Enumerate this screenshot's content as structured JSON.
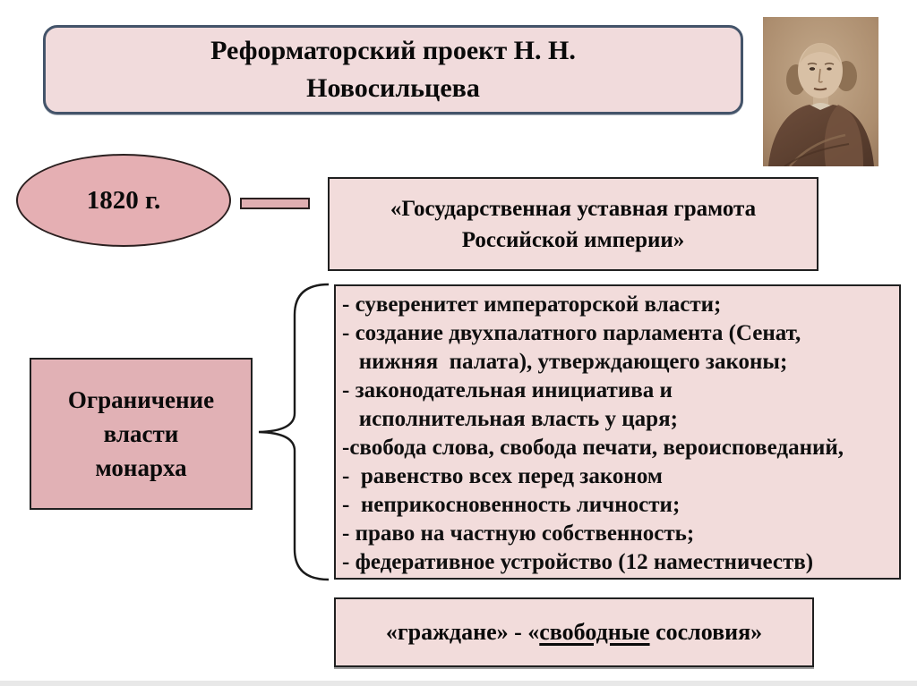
{
  "slide": {
    "title": {
      "line1": "Реформаторский проект Н. Н.",
      "line2": "Новосильцева"
    },
    "year_ellipse": {
      "label": "1820 г."
    },
    "charter_box": {
      "line1": "«Государственная уставная грамота",
      "line2": "Российской империи»"
    },
    "monarch_box": {
      "line1": "Ограничение",
      "line2": "власти",
      "line3": "монарха"
    },
    "provisions": {
      "lines": [
        "- суверенитет императорской власти;",
        "- создание двухпалатного парламента (Сенат,",
        "   нижняя  палата), утверждающего законы;",
        "- законодательная инициатива и",
        "   исполнительная власть у царя;",
        "-свобода слова, свобода печати, вероисповеданий,",
        "-  равенство всех перед законом",
        "-  неприкосновенность личности;",
        "- право на частную собственность;",
        "- федеративное устройство (12 наместничеств)"
      ]
    },
    "citizens_box": {
      "prefix": "«граждане» - «",
      "underlined": "свободные",
      "suffix": " сословия»"
    },
    "colors": {
      "light_pink": "#F2DCDB",
      "dark_pink": "#E2AFB2",
      "title_border": "#44546A",
      "box_border": "#202020",
      "portrait_sepia": "#A98B6D"
    }
  }
}
